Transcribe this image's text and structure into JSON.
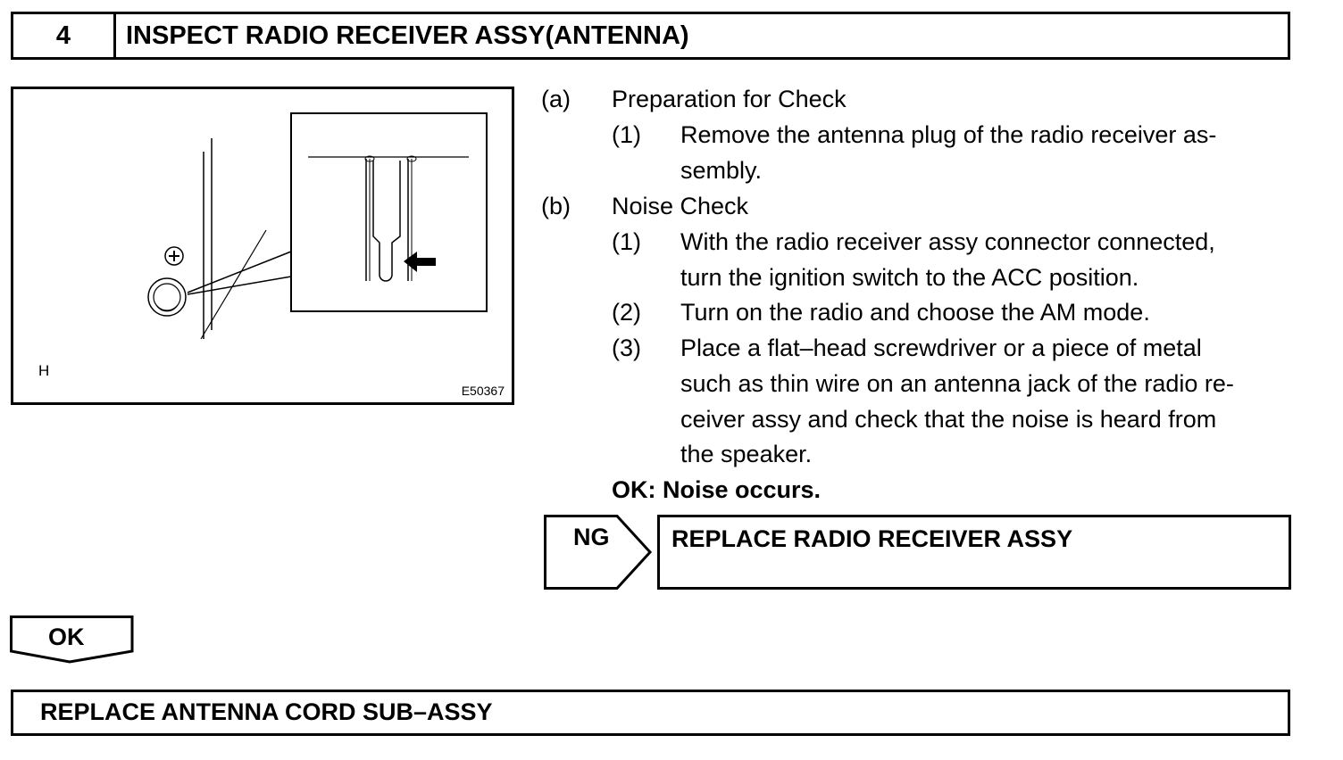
{
  "step": {
    "number": "4",
    "title": "INSPECT RADIO RECEIVER ASSY(ANTENNA)"
  },
  "figure": {
    "corner_label": "H",
    "code": "E50367"
  },
  "instructions": {
    "a_label": "(a)",
    "a_text": "Preparation for Check",
    "a1_label": "(1)",
    "a1_line1": "Remove the antenna plug of the radio receiver as-",
    "a1_line2": "sembly.",
    "b_label": "(b)",
    "b_text": "Noise Check",
    "b1_label": "(1)",
    "b1_line1": "With the radio receiver assy connector connected,",
    "b1_line2": "turn the ignition switch to the ACC position.",
    "b2_label": "(2)",
    "b2_line1": "Turn on the radio and choose the AM mode.",
    "b3_label": "(3)",
    "b3_line1": "Place a flat–head screwdriver or a piece of metal",
    "b3_line2": "such as thin wire on an antenna jack of the radio re-",
    "b3_line3": "ceiver assy and check that the noise is heard from",
    "b3_line4": "the speaker.",
    "ok_line": "OK: Noise occurs."
  },
  "ng_branch": {
    "tag": "NG",
    "action": "REPLACE RADIO RECEIVER ASSY"
  },
  "ok_branch": {
    "tag": "OK",
    "action": "REPLACE ANTENNA CORD SUB–ASSY"
  }
}
